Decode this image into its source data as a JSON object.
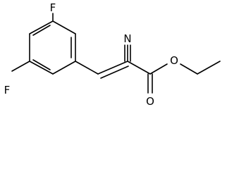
{
  "diagram": {
    "atoms": {
      "f_top": "F",
      "f_left": "F",
      "n_nitrile": "N",
      "o_carbonyl": "O",
      "o_ester": "O"
    },
    "colors": {
      "bond": "#000000",
      "label": "#000000",
      "background": "#ffffff"
    }
  }
}
